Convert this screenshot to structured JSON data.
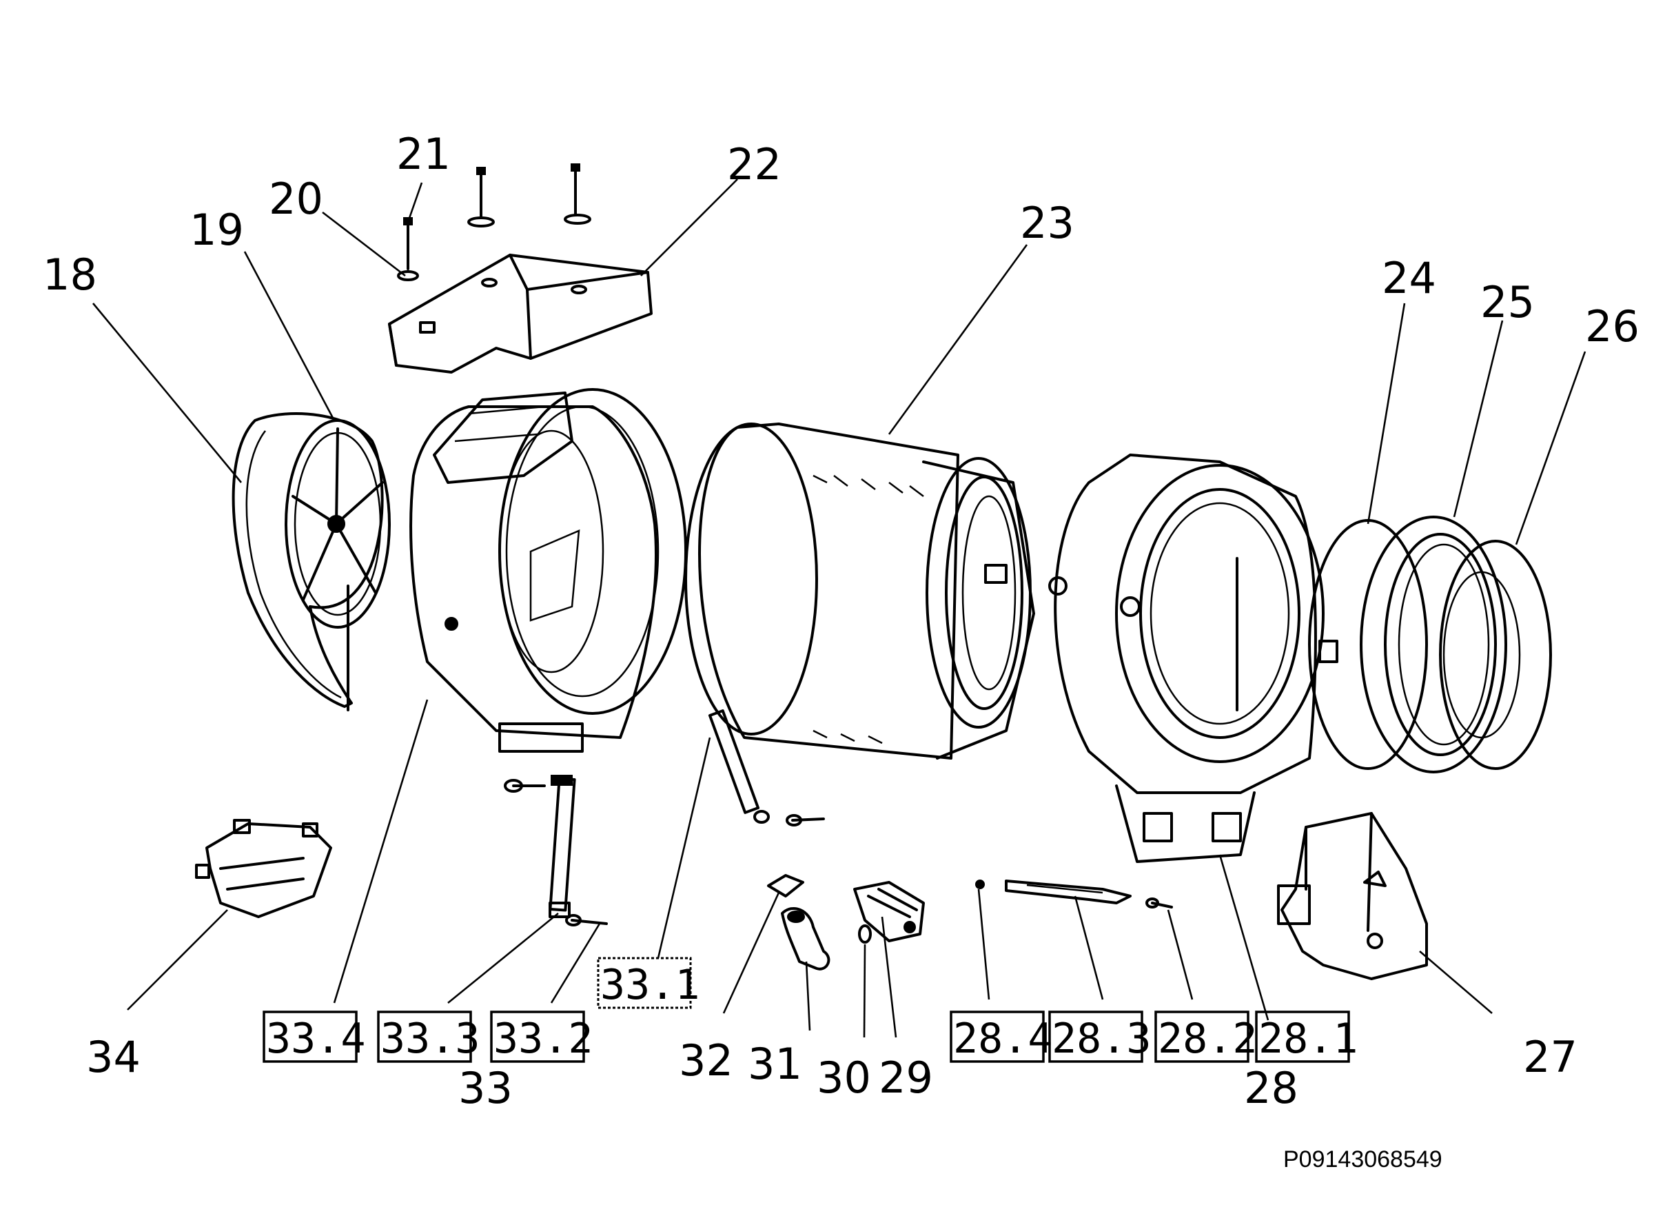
{
  "labels": {
    "p18": "18",
    "p19": "19",
    "p20": "20",
    "p21": "21",
    "p22": "22",
    "p23": "23",
    "p24": "24",
    "p25": "25",
    "p26": "26",
    "p27": "27",
    "p28": "28",
    "p28_1": "28.1",
    "p28_2": "28.2",
    "p28_3": "28.3",
    "p28_4": "28.4",
    "p29": "29",
    "p30": "30",
    "p31": "31",
    "p32": "32",
    "p33": "33",
    "p33_1": "33.1",
    "p33_2": "33.2",
    "p33_3": "33.3",
    "p33_4": "33.4",
    "p34": "34"
  },
  "drawing_code": "P09143068549"
}
